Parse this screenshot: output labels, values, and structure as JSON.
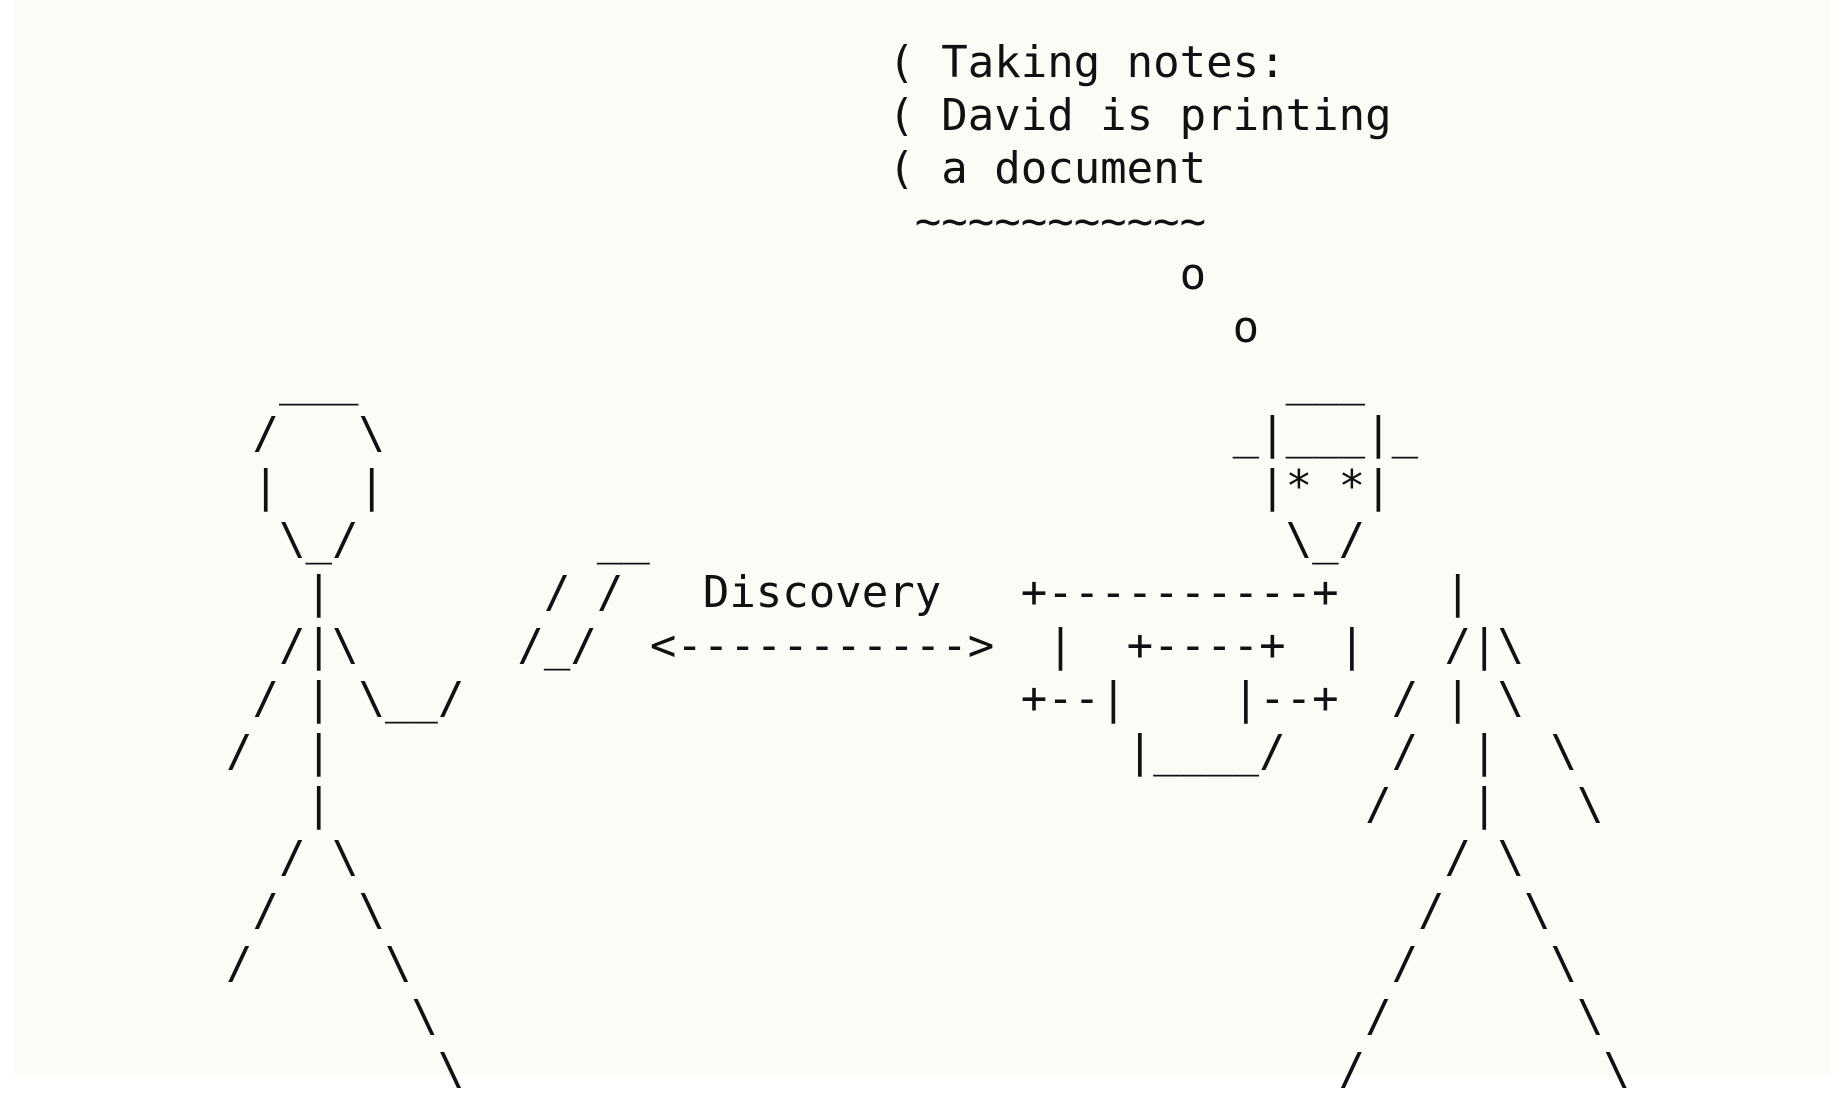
{
  "diagram": {
    "lines": [
      "                         ( Taking notes:",
      "                         ( David is printing",
      "                         ( a document",
      "                          ~~~~~~~~~~~",
      "                                    o",
      "                                      o",
      "  ___                                   ___",
      " /   \\                                _|___|_",
      " |   |                                 |* *|",
      "  \\_/         __                        \\_/",
      "   |        / /   Discovery   +----------+    |",
      "  /|\\      /_/  <----------->  |  +----+  |   /|\\",
      " / | \\__/                     +--|    |--+  / | \\",
      "/  |                              |____/    /  |  \\",
      "   |                                       /   |   \\",
      "  / \\                                         / \\",
      " /   \\                                       /   \\",
      "/     \\                                     /     \\",
      "       \\                                   /       \\",
      "        \\                                 /         \\"
    ]
  }
}
